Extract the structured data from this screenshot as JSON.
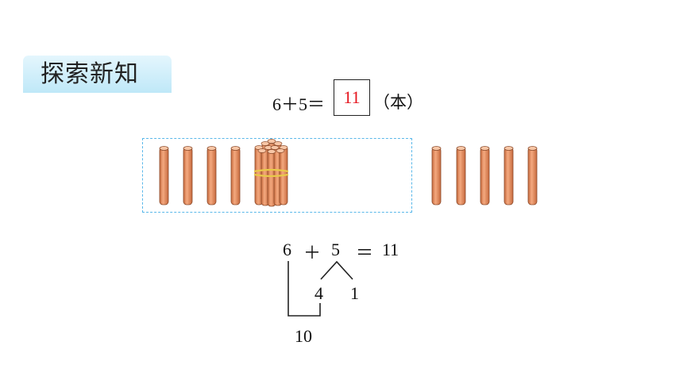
{
  "header": {
    "tag_label": "探索新知"
  },
  "equation_top": {
    "left": "6＋5＝",
    "answer": "11",
    "unit": "（本）"
  },
  "decomposition": {
    "a": "6",
    "plus": "＋",
    "b": "5",
    "equals": "＝",
    "result": "11",
    "part1": "4",
    "part2": "1",
    "ten": "10"
  },
  "colors": {
    "stick": "#f09c70",
    "accent_red": "#e5161e",
    "dash_border": "#5ab8ea"
  }
}
